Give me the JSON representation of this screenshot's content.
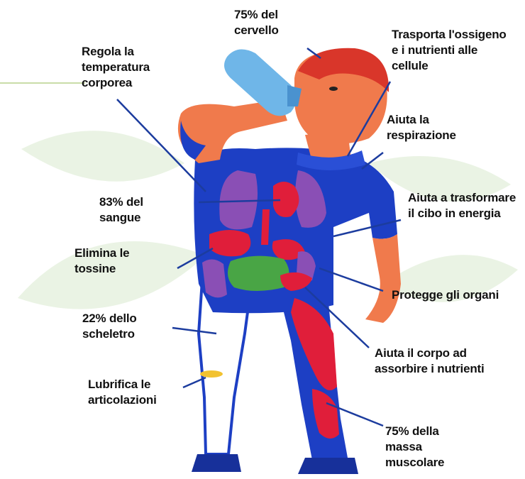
{
  "labels": {
    "brain": "75% del\ncervello",
    "oxygen": "Trasporta l'ossigeno\ne i nutrienti alle\ncellule",
    "temperature": "Regola la\ntemperatura\ncorporea",
    "breathing": "Aiuta la\nrespirazione",
    "blood": "83% del\nsangue",
    "energy": "Aiuta a trasformare\nil cibo in energia",
    "toxins": "Elimina le\ntossine",
    "organs": "Protegge gli organi",
    "skeleton": "22% dello\nscheletro",
    "absorb": "Aiuta il corpo ad\nassorbire i nutrienti",
    "joints": "Lubrifica le\narticolazioni",
    "muscle": "75% della\nmassa\nmuscolare"
  },
  "colors": {
    "body": "#1d3fc4",
    "skin": "#f07a4c",
    "hair": "#d9362a",
    "bottle": "#6fb6e8",
    "organ_red": "#e01e3a",
    "organ_purple": "#8a4fb5",
    "intestine_green": "#49a545",
    "background_leaf": "#eaf3e4",
    "leader_line": "#1c3c9e"
  }
}
